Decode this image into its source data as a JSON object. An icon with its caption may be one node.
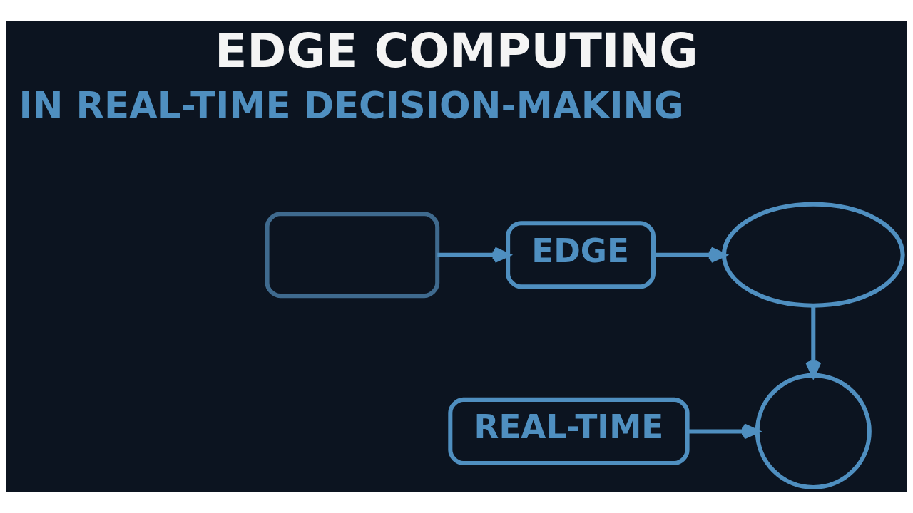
{
  "diagram": {
    "title": "EDGE COMPUTING",
    "nodes": [
      {
        "text": [],
        "shape": "box"
      },
      {
        "text": [
          "EDGE"
        ]
      },
      {
        "text": [],
        "shape": "cloud"
      },
      {
        "text": [],
        "shape": "circle"
      },
      {
        "text": [
          "REAL-TIME"
        ]
      }
    ],
    "edges": [
      {
        "from": 0,
        "to": 1,
        "arrow": "to"
      },
      {
        "from": 1,
        "to": 2,
        "arrow": "to"
      },
      {
        "from": 2,
        "to": 3,
        "arrow": "to"
      },
      {
        "from": 4,
        "to": 3,
        "arrow": "to"
      }
    ],
    "labels": [
      "IN REAL-TIME DECISION-MAKING"
    ]
  }
}
